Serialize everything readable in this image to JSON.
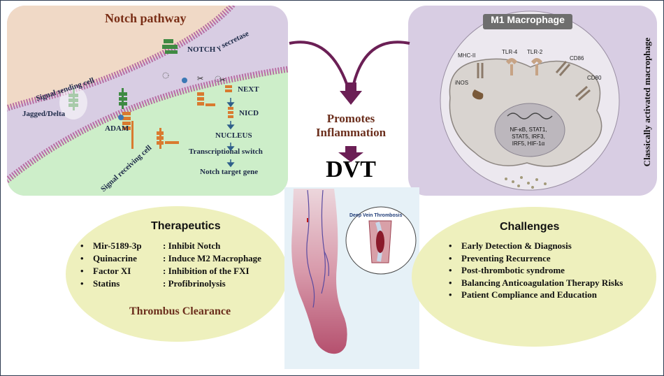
{
  "notch": {
    "title": "Notch pathway",
    "labels": {
      "signal_sending_cell": "Signal sending cell",
      "jagged_delta": "Jagged/Delta",
      "adam": "ADAM",
      "notch": "NOTCH",
      "gamma_secretase": "γ  secretase",
      "next": "NEXT",
      "nicd": "NICD",
      "nucleus": "NUCLEUS",
      "transcriptional_switch": "Transcriptional switch",
      "notch_target_gene": "Notch target gene",
      "signal_receiving_cell": "Signal receiving cell"
    }
  },
  "macrophage": {
    "title": "M1 Macrophage",
    "side_label": "Classically activated macrophage",
    "receptors": {
      "mhc2": "MHC-II",
      "tlr4": "TLR-4",
      "tlr2": "TLR-2",
      "cd86": "CD86",
      "cd80": "CD80",
      "inos": "iNOS"
    },
    "nucleus_lines": [
      "NF-κB, STAT1,",
      "STAT5, IRF3,",
      "IRF5, HIF-1α"
    ]
  },
  "center": {
    "promotes_line1": "Promotes",
    "promotes_line2": "Inflammation",
    "dvt": "DVT"
  },
  "therapeutics": {
    "title": "Therapeutics",
    "items": [
      {
        "drug": "Mir-5189-3p",
        "effect": ": Inhibit Notch"
      },
      {
        "drug": "Quinacrine",
        "effect": ": Induce M2 Macrophage"
      },
      {
        "drug": "Factor XI",
        "effect": ": Inhibition of the FXI"
      },
      {
        "drug": "Statins",
        "effect": ": Profibrinolysis"
      }
    ],
    "outcome": "Thrombus Clearance"
  },
  "leg": {
    "inset_label": "Deep Vein Thrombosis"
  },
  "challenges": {
    "title": "Challenges",
    "items": [
      "Early Detection & Diagnosis",
      "Preventing Recurrence",
      "Post-thrombotic syndrome",
      "Balancing Anticoagulation Therapy Risks",
      "Patient Compliance and Education"
    ]
  },
  "colors": {
    "panel": "#d8cde3",
    "arrow_purple": "#6b1f55",
    "ellipse": "#eef0bd",
    "title_brown": "#7a2e16"
  }
}
